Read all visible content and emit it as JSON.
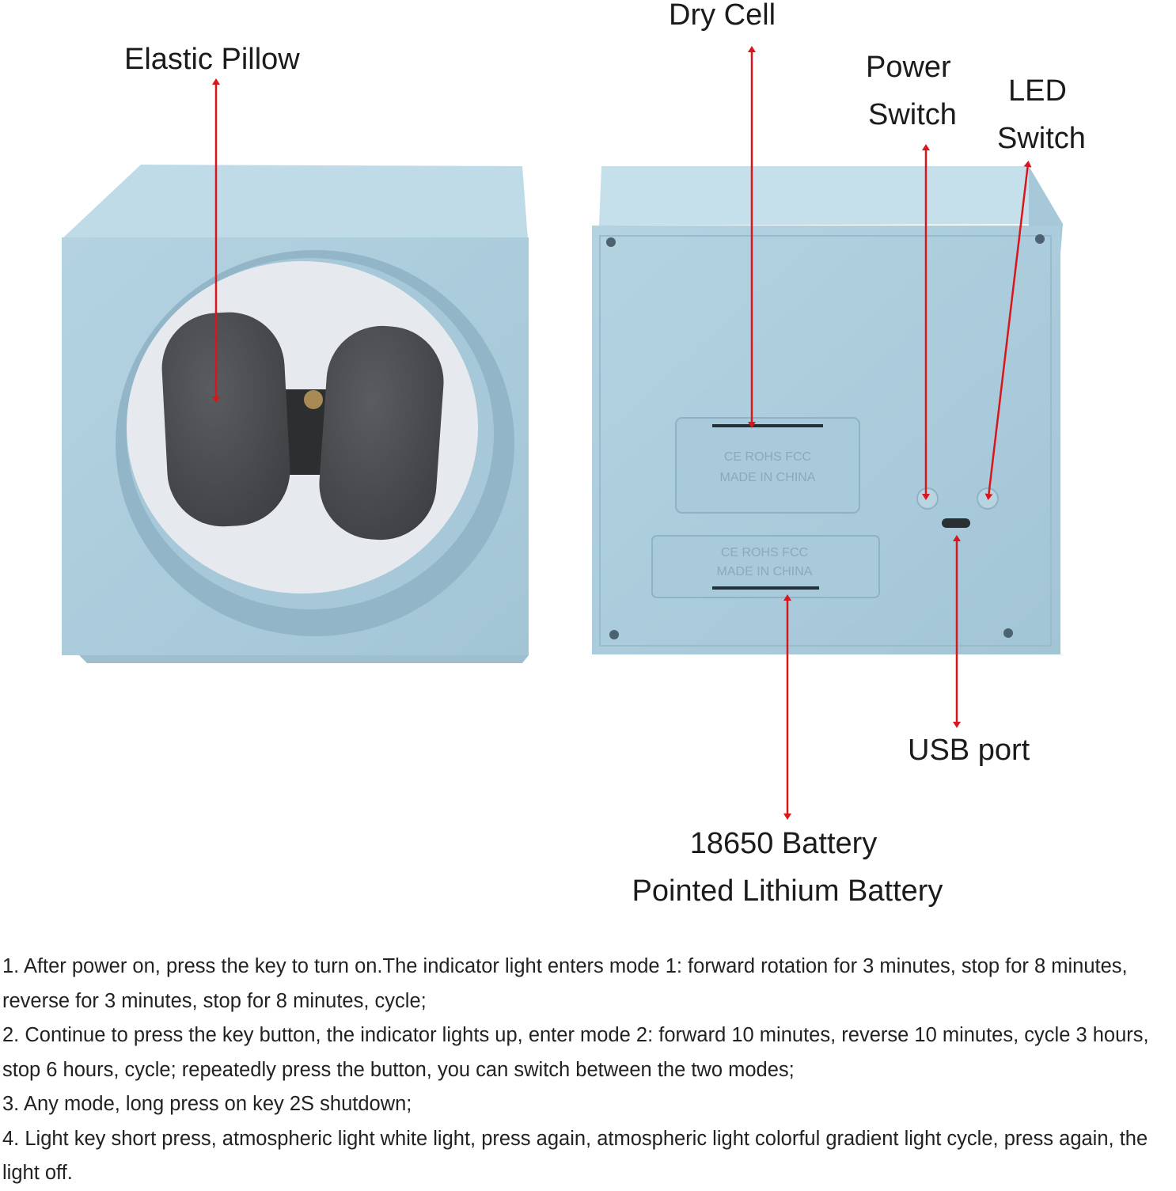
{
  "colors": {
    "housing": "#a9cbdb",
    "housing_top": "#b8d6e4",
    "housing_shadow": "#8fb4c7",
    "opening_white": "#e9ecef",
    "pillow": "#4d4f52",
    "arrow": "#d8161b"
  },
  "callouts": {
    "elastic_pillow": "Elastic Pillow",
    "dry_cell": "Dry Cell",
    "power_switch_line1": "Power",
    "power_switch_line2": "Switch",
    "led_switch_line1": "LED",
    "led_switch_line2": "Switch",
    "usb_port": "USB port",
    "battery_line1": "18650 Battery",
    "battery_line2": "Pointed Lithium Battery"
  },
  "panel_markings": {
    "line1": "CE  ROHS  FCC",
    "line2": "MADE IN CHINA"
  },
  "instructions": [
    "1. After power on, press the key to turn on.The indicator light enters mode 1: forward rotation for 3 minutes, stop for 8 minutes, reverse for 3 minutes, stop for 8 minutes, cycle;",
    "2. Continue to press the key button, the indicator lights up, enter mode 2: forward 10 minutes, reverse 10 minutes, cycle 3 hours, stop 6 hours, cycle; repeatedly press the button, you can switch between the two modes;",
    "3. Any mode, long press on key 2S shutdown;",
    "4. Light key short press, atmospheric light white light, press again, atmospheric light colorful gradient light cycle, press again, the light off."
  ]
}
